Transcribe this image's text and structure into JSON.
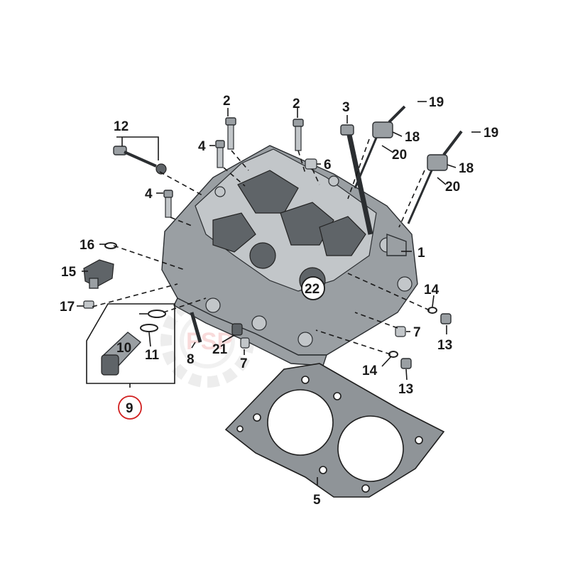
{
  "watermark": {
    "text": "FSP"
  },
  "callouts": {
    "c1": "1",
    "c2a": "2",
    "c2b": "2",
    "c3": "3",
    "c4a": "4",
    "c4b": "4",
    "c5": "5",
    "c6": "6",
    "c7a": "7",
    "c7b": "7",
    "c8": "8",
    "c9": "9",
    "c10": "10",
    "c11": "11",
    "c12": "12",
    "c13a": "13",
    "c13b": "13",
    "c14a": "14",
    "c14b": "14",
    "c15": "15",
    "c16": "16",
    "c17": "17",
    "c18a": "18",
    "c18b": "18",
    "c19a": "19",
    "c19b": "19",
    "c20a": "20",
    "c20b": "20",
    "c21": "21",
    "c22": "22"
  },
  "highlight": {
    "callout": "9",
    "color": "#d11f1f"
  }
}
